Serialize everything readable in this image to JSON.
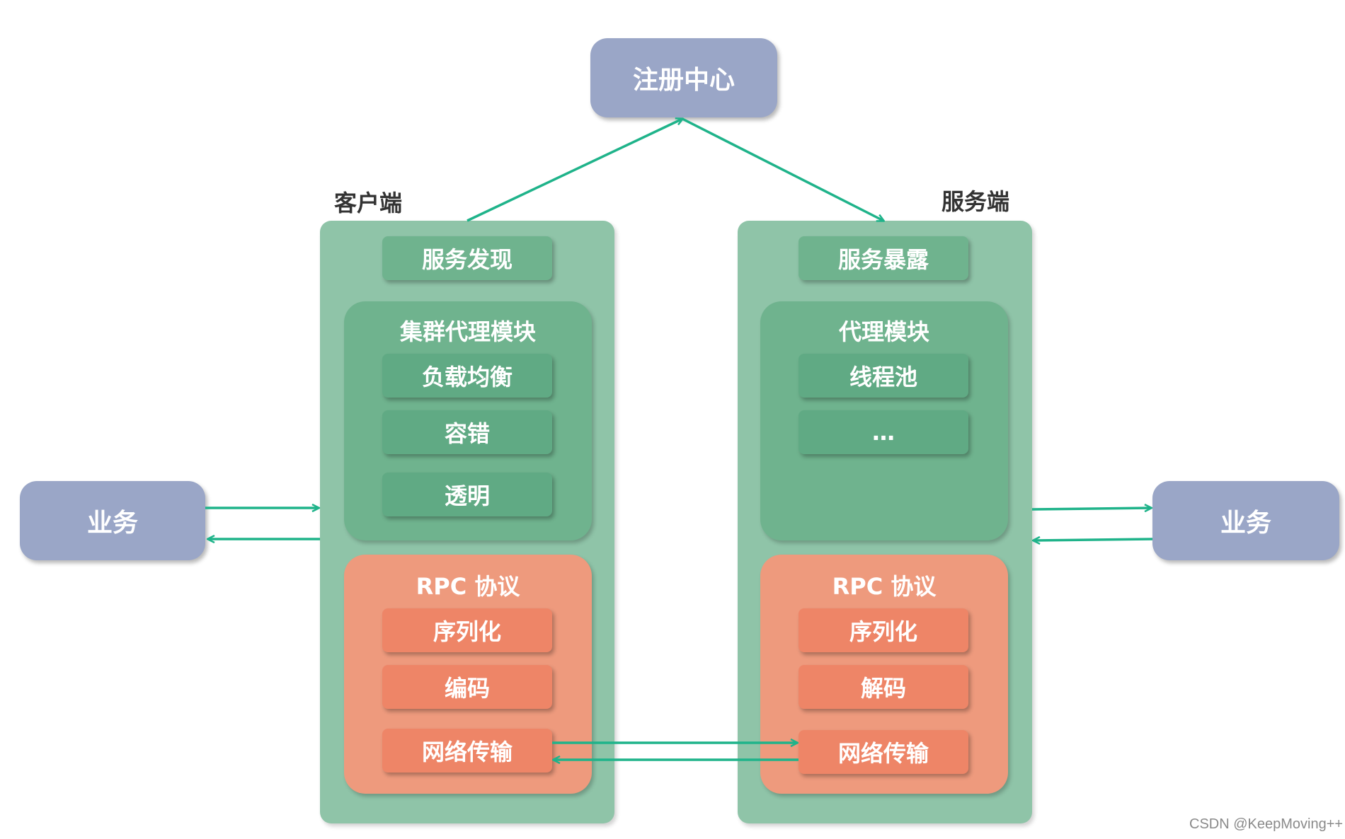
{
  "registry": {
    "label": "注册中心"
  },
  "client": {
    "title": "客户端",
    "discovery": "服务发现",
    "module": {
      "title": "集群代理模块",
      "items": [
        "负载均衡",
        "容错",
        "透明"
      ]
    },
    "protocol": {
      "title": "RPC 协议",
      "items": [
        "序列化",
        "编码",
        "网络传输"
      ]
    }
  },
  "server": {
    "title": "服务端",
    "exposure": "服务暴露",
    "module": {
      "title": "代理模块",
      "items": [
        "线程池",
        "…"
      ]
    },
    "protocol": {
      "title": "RPC 协议",
      "items": [
        "序列化",
        "解码",
        "网络传输"
      ]
    }
  },
  "left_business": {
    "label": "业务"
  },
  "right_business": {
    "label": "业务"
  },
  "watermark": "CSDN @KeepMoving++",
  "colors": {
    "arrow": "#1fb38a",
    "blue_box": "#9aa6c7",
    "panel": "#8fc4a8",
    "module": "#6fb38e",
    "protocol": "#ee9a7d",
    "protocol_item": "#ee8567"
  }
}
